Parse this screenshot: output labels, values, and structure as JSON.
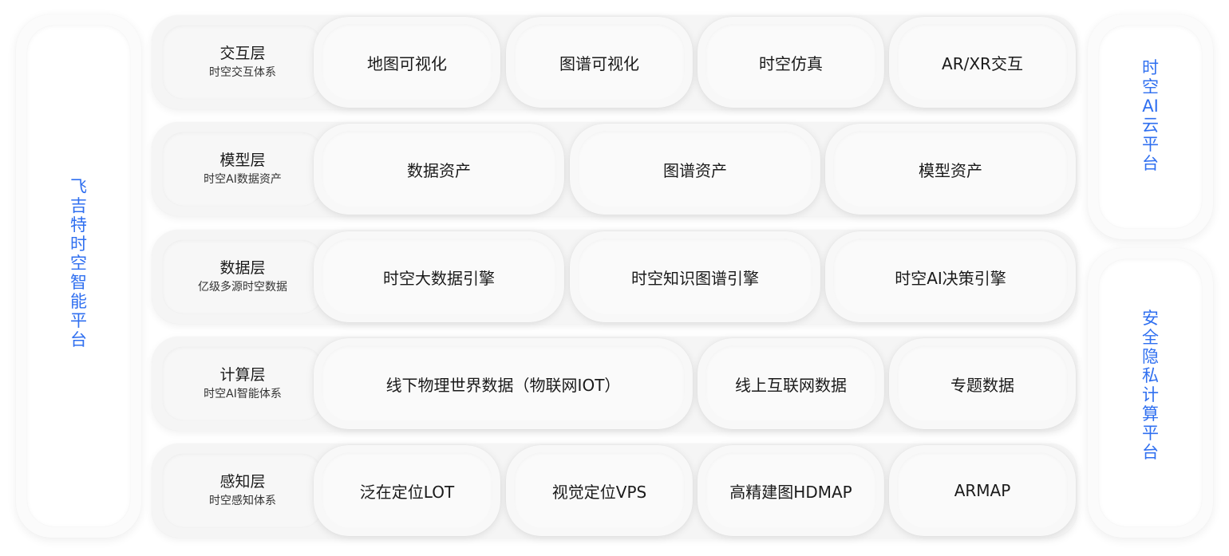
{
  "left_platform": {
    "label": "飞吉特时空智能平台"
  },
  "right_platforms": [
    {
      "label": "时空AI云平台"
    },
    {
      "label": "安全隐私计算平台"
    }
  ],
  "layers": [
    {
      "name": "交互层",
      "desc": "时空交互体系",
      "items": [
        "地图可视化",
        "图谱可视化",
        "时空仿真",
        "AR/XR交互"
      ]
    },
    {
      "name": "模型层",
      "desc": "时空AI数据资产",
      "items": [
        "数据资产",
        "图谱资产",
        "模型资产"
      ]
    },
    {
      "name": "数据层",
      "desc": "亿级多源时空数据",
      "items": [
        "时空大数据引擎",
        "时空知识图谱引擎",
        "时空AI决策引擎"
      ]
    },
    {
      "name": "计算层",
      "desc": "时空AI智能体系",
      "items": [
        "线下物理世界数据（物联网IOT）",
        "线上互联网数据",
        "专题数据"
      ]
    },
    {
      "name": "感知层",
      "desc": "时空感知体系",
      "items": [
        "泛在定位LOT",
        "视觉定位VPS",
        "高精建图HDMAP",
        "ARMAP"
      ]
    }
  ]
}
